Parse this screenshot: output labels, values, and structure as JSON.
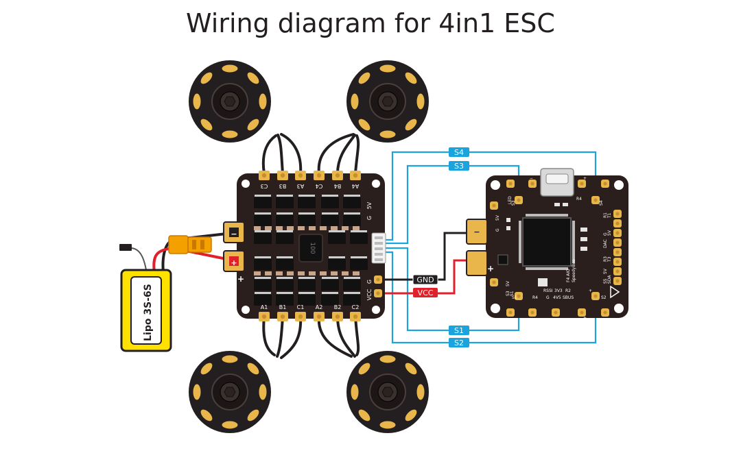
{
  "title": "Wiring diagram for 4in1 ESC",
  "battery": {
    "label": "Lipo 3S-6S"
  },
  "esc": {
    "top_pads": [
      "C3",
      "B3",
      "A3",
      "C4",
      "B4",
      "A4"
    ],
    "bottom_pads": [
      "A1",
      "B1",
      "C1",
      "A2",
      "B2",
      "C2"
    ],
    "side_labels": [
      "5V",
      "G",
      "G",
      "VCC"
    ],
    "chip": "100",
    "polarity": {
      "minus": "−",
      "plus": "+"
    }
  },
  "fc": {
    "name_line1": "SpeedyBee",
    "name_line2": "F4 AIO",
    "top_pads": [
      "S3",
      "R4",
      "S4"
    ],
    "bottom_labels": [
      "S1",
      "R4",
      "S2"
    ],
    "left_labels": [
      "LED",
      "5V",
      "G",
      "5V",
      "S3",
      "S1"
    ],
    "right_labels": [
      "R1",
      "T1",
      "G",
      "5V",
      "DAC",
      "R3",
      "T3",
      "5V",
      "S5",
      "SDA"
    ],
    "bottom_text": [
      "RSSI",
      "3V3",
      "R2",
      "G",
      "4V5",
      "SBUS"
    ],
    "signs": [
      "−",
      "+",
      "−",
      "+",
      "−",
      "+"
    ]
  },
  "wires": {
    "s1": "S1",
    "s2": "S2",
    "s3": "S3",
    "s4": "S4",
    "gnd": "GND",
    "vcc": "VCC"
  },
  "colors": {
    "board": "#2a1f1c",
    "pad_gold": "#e9b64b",
    "signal_blue": "#1aa3dd",
    "wire_red": "#e0202a",
    "wire_black": "#231f20",
    "connector_orange": "#f4a000",
    "battery_yellow": "#ffe100"
  }
}
